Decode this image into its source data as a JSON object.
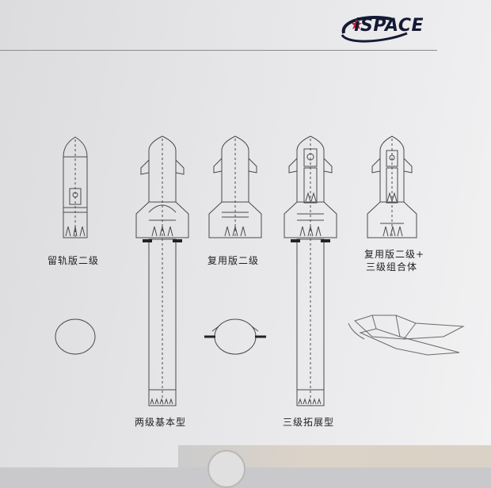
{
  "brand": {
    "name": "iSPACE"
  },
  "labels": {
    "orbital_second_stage": "留轨版二级",
    "reusable_second_stage": "复用版二级",
    "reusable_combo_line1": "复用版二级+",
    "reusable_combo_line2": "三级组合体",
    "two_stage_basic": "两级基本型",
    "three_stage_extended": "三级拓展型"
  },
  "colors": {
    "line": "#4a4a4a",
    "paper": "#ececee",
    "logo": "#151a34",
    "logo_accent": "#c8202a"
  }
}
